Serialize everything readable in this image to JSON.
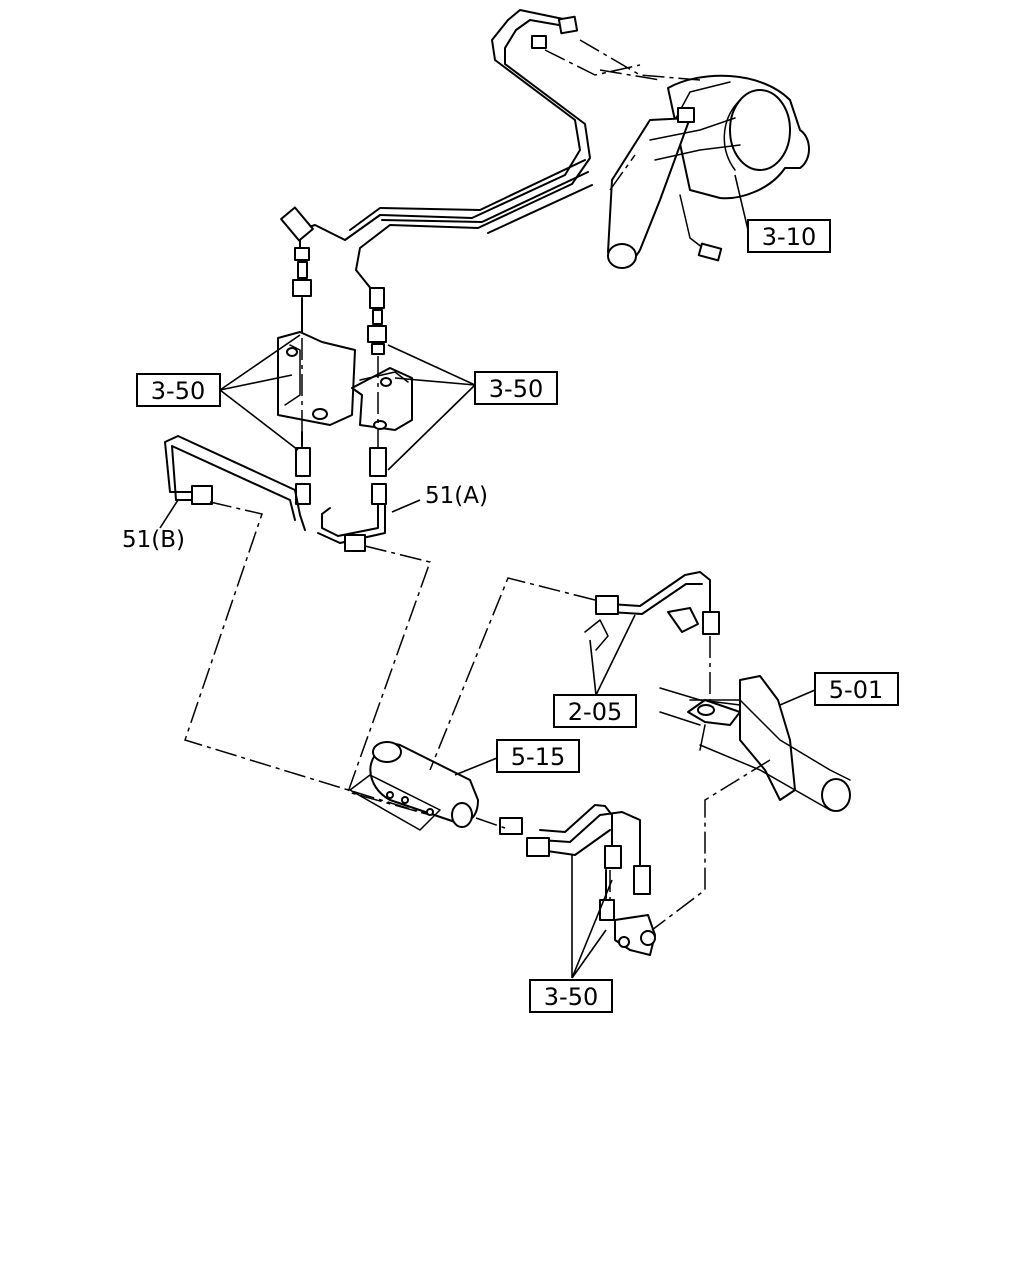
{
  "callouts": {
    "ref_3_10": "3-10",
    "ref_3_50_left": "3-50",
    "ref_3_50_right": "3-50",
    "ref_3_50_bottom": "3-50",
    "ref_2_05": "2-05",
    "ref_5_01": "5-01",
    "ref_5_15": "5-15"
  },
  "labels": {
    "pipe_51a": "51(A)",
    "pipe_51b": "51(B)"
  }
}
